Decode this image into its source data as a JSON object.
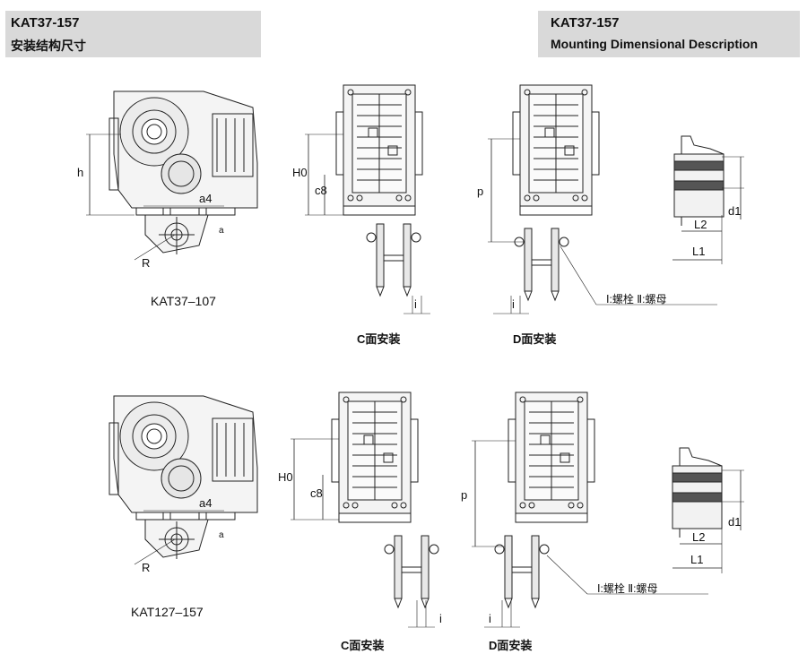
{
  "header_left": {
    "code": "KAT37-157",
    "subtitle": "安装结构尺寸"
  },
  "header_right": {
    "code": "KAT37-157",
    "subtitle": "Mounting Dimensional Description"
  },
  "rows": [
    {
      "model_label": "KAT37–107",
      "c_label": "C面安装",
      "d_label": "D面安装",
      "bolt_note": "Ⅰ:螺栓  Ⅱ:螺母"
    },
    {
      "model_label": "KAT127–157",
      "c_label": "C面安装",
      "d_label": "D面安装",
      "bolt_note": "Ⅰ:螺栓  Ⅱ:螺母"
    }
  ],
  "dims": {
    "h": "h",
    "a4": "a4",
    "R": "R",
    "a": "a",
    "H0": "H0",
    "c8": "c8",
    "p": "p",
    "i": "i",
    "d1": "d1",
    "L1": "L1",
    "L2": "L2"
  }
}
